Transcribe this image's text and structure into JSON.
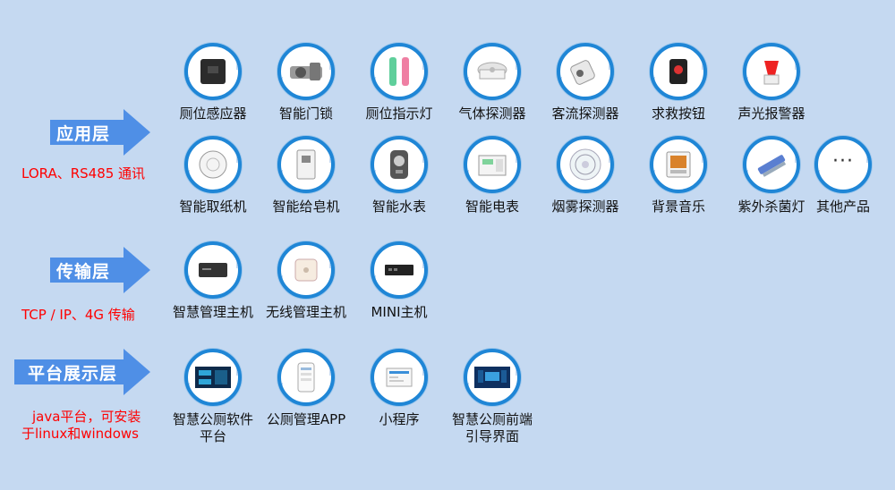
{
  "layers": [
    {
      "label": "应用层",
      "note": [
        "LORA、RS485 通讯"
      ]
    },
    {
      "label": "传输层",
      "note": [
        "TCP / IP、4G 传输"
      ]
    },
    {
      "label": "平台展示层",
      "note": [
        "java平台，可安装",
        "于linux和windows"
      ]
    }
  ],
  "application_row1": [
    "厕位感应器",
    "智能门锁",
    "厕位指示灯",
    "气体探测器",
    "客流探测器",
    "求救按钮",
    "声光报警器"
  ],
  "application_row2": [
    "智能取纸机",
    "智能给皂机",
    "智能水表",
    "智能电表",
    "烟雾探测器",
    "背景音乐",
    "紫外杀菌灯",
    "其他产品"
  ],
  "transport_items": [
    "智慧管理主机",
    "无线管理主机",
    "MINI主机"
  ],
  "platform_items": [
    [
      "智慧公厕软件",
      "平台"
    ],
    [
      "公厕管理APP"
    ],
    [
      "小程序"
    ],
    [
      "智慧公厕前端",
      "引导界面"
    ]
  ],
  "more_glyph": "···",
  "colors": {
    "background": "#c5d9f1",
    "arrow": "#4f8fe6",
    "ring": "#1f86d6",
    "note": "#ff0000"
  }
}
